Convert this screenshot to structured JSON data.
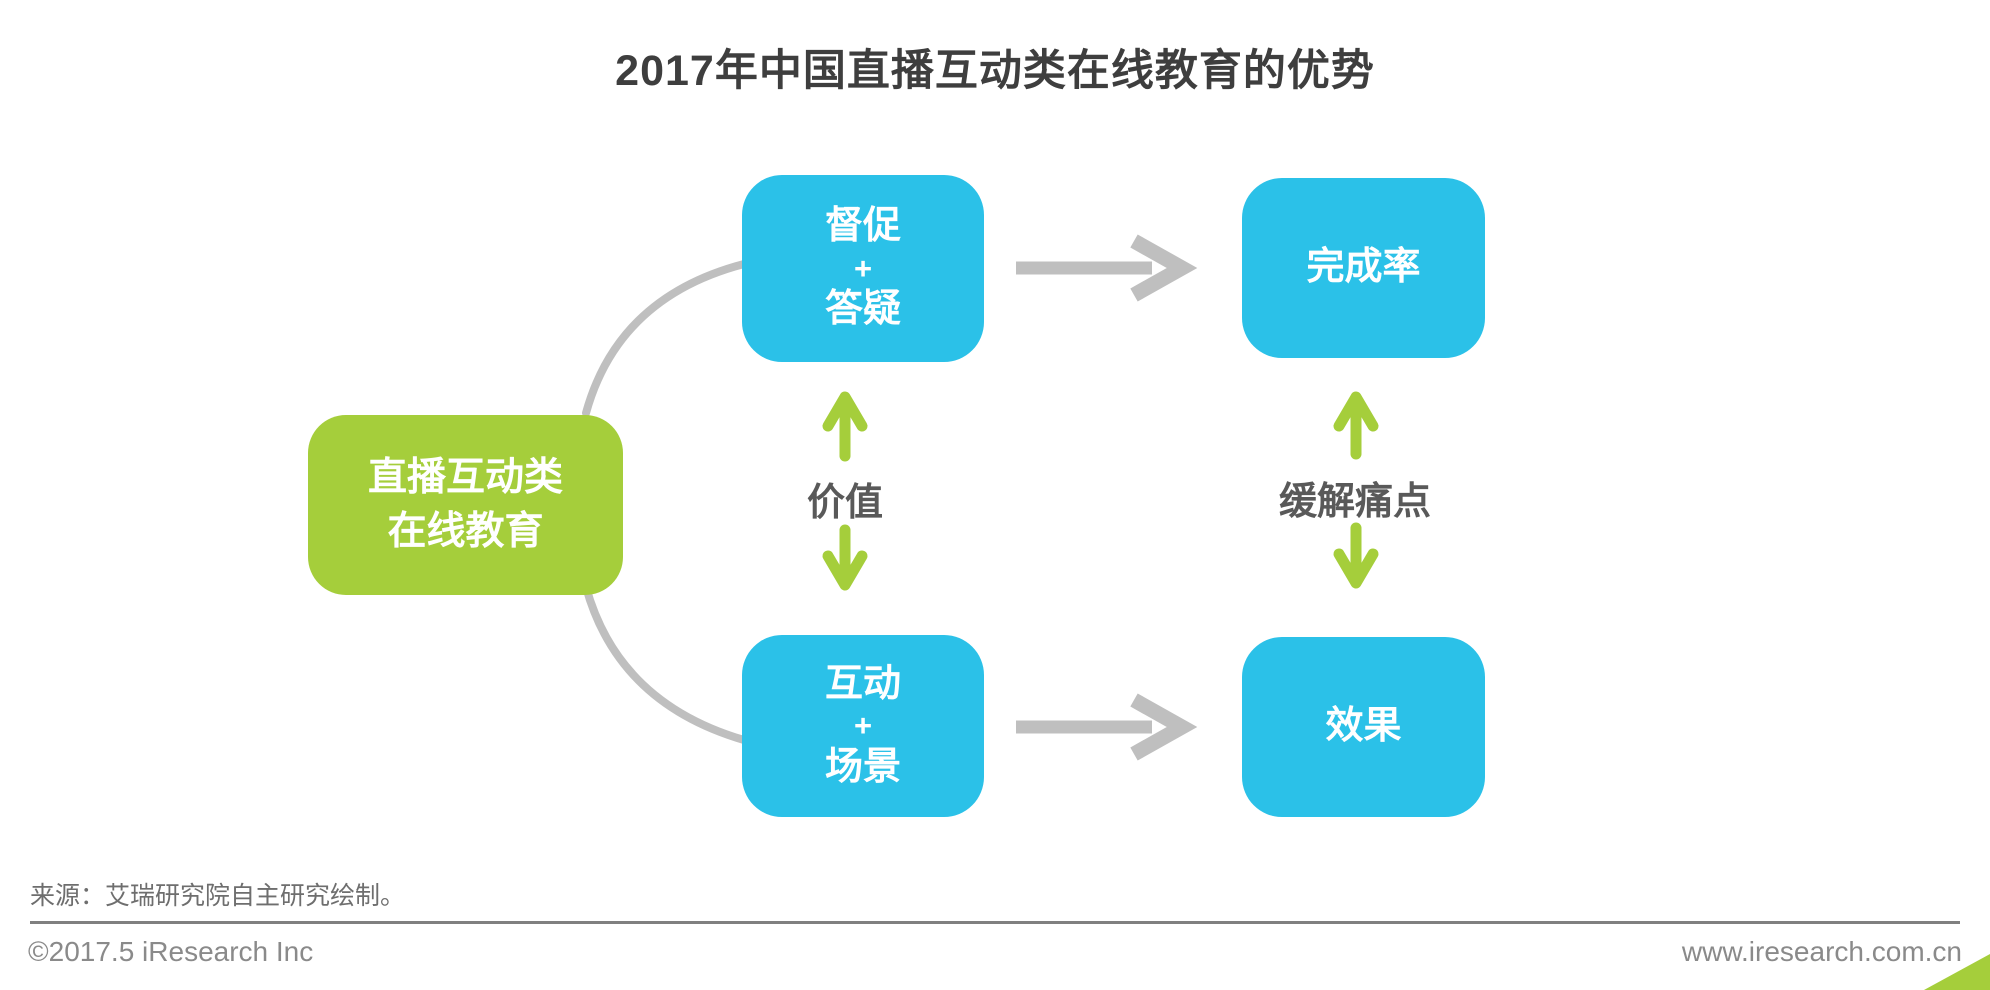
{
  "title": "2017年中国直播互动类在线教育的优势",
  "diagram": {
    "root_node": {
      "line1": "直播互动类",
      "line2": "在线教育"
    },
    "mid_top_node": {
      "line1": "督促",
      "line2": "+",
      "line3": "答疑"
    },
    "mid_bottom_node": {
      "line1": "互动",
      "line2": "+",
      "line3": "场景"
    },
    "right_top_node": {
      "label": "完成率"
    },
    "right_bottom_node": {
      "label": "效果"
    },
    "mid_link_label": "价值",
    "right_link_label": "缓解痛点",
    "icons": [
      "curved-connector-top",
      "curved-connector-bottom",
      "arrow-right-icon-top",
      "arrow-right-icon-bottom",
      "arrow-up-icon-mid",
      "arrow-down-icon-mid",
      "arrow-up-icon-right",
      "arrow-down-icon-right"
    ]
  },
  "footer": {
    "source_note": "来源：艾瑞研究院自主研究绘制。",
    "copyright": "©2017.5 iResearch Inc",
    "website": "www.iresearch.com.cn"
  },
  "colors": {
    "accent_cyan": "#2BC1E8",
    "accent_green": "#A5CE3B",
    "connector_gray": "#BFBFBF",
    "title_text": "#3E3E3E",
    "label_text": "#595959",
    "node_text": "#FFFFFF",
    "source_text": "#6E6E6E",
    "footer_text": "#8A8A8A",
    "divider": "#808080"
  }
}
